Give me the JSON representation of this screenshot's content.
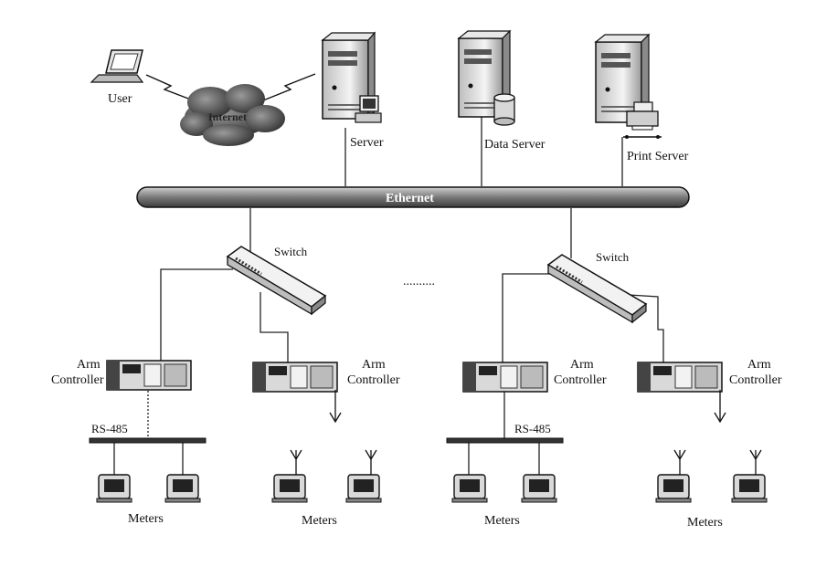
{
  "labels": {
    "user": "User",
    "internet": "Internet",
    "server": "Server",
    "data_server": "Data Server",
    "print_server": "Print  Server",
    "ethernet": "Ethernet",
    "switch_left": "Switch",
    "switch_right": "Switch",
    "ellipsis": "..........",
    "arm_1a": "Arm",
    "arm_1b": "Controller",
    "arm_2a": "Arm",
    "arm_2b": "Controller",
    "arm_3a": "Arm",
    "arm_3b": "Controller",
    "arm_4a": "Arm",
    "arm_4b": "Controller",
    "rs485_left": "RS-485",
    "rs485_right": "RS-485",
    "meters_1": "Meters",
    "meters_2": "Meters",
    "meters_3": "Meters",
    "meters_4": "Meters"
  },
  "colors": {
    "ink": "#111111",
    "bus_fill": "#8f8f8f",
    "device_fill": "#d9d9d9",
    "cloud_fill": "#5a5a5a"
  }
}
